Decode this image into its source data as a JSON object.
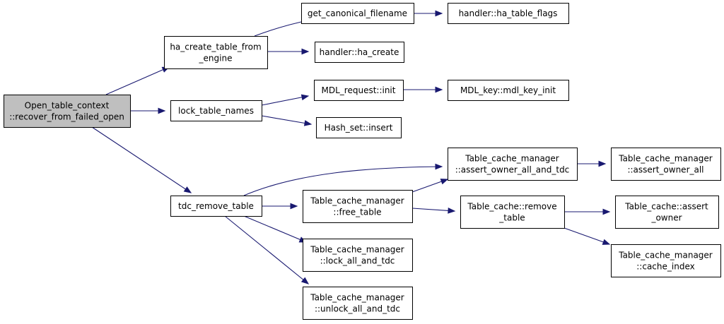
{
  "diagram": {
    "type": "call-graph",
    "nodes": [
      {
        "id": "root",
        "lines": [
          "Open_table_context",
          "::recover_from_failed_open"
        ],
        "root": true
      },
      {
        "id": "ha_create_from_engine",
        "lines": [
          "ha_create_table_from",
          "_engine"
        ]
      },
      {
        "id": "get_canonical_filename",
        "lines": [
          "get_canonical_filename"
        ]
      },
      {
        "id": "ha_table_flags",
        "lines": [
          "handler::ha_table_flags"
        ]
      },
      {
        "id": "ha_create",
        "lines": [
          "handler::ha_create"
        ]
      },
      {
        "id": "lock_table_names",
        "lines": [
          "lock_table_names"
        ]
      },
      {
        "id": "mdl_request_init",
        "lines": [
          "MDL_request::init"
        ]
      },
      {
        "id": "mdl_key_init",
        "lines": [
          "MDL_key::mdl_key_init"
        ]
      },
      {
        "id": "hash_set_insert",
        "lines": [
          "Hash_set::insert"
        ]
      },
      {
        "id": "tdc_remove_table",
        "lines": [
          "tdc_remove_table"
        ]
      },
      {
        "id": "tcm_assert_owner_all_and_tdc",
        "lines": [
          "Table_cache_manager",
          "::assert_owner_all_and_tdc"
        ]
      },
      {
        "id": "tcm_assert_owner_all",
        "lines": [
          "Table_cache_manager",
          "::assert_owner_all"
        ]
      },
      {
        "id": "tcm_free_table",
        "lines": [
          "Table_cache_manager",
          "::free_table"
        ]
      },
      {
        "id": "tc_remove_table",
        "lines": [
          "Table_cache::remove",
          "_table"
        ]
      },
      {
        "id": "tc_assert_owner",
        "lines": [
          "Table_cache::assert",
          "_owner"
        ]
      },
      {
        "id": "tcm_cache_index",
        "lines": [
          "Table_cache_manager",
          "::cache_index"
        ]
      },
      {
        "id": "tcm_lock_all_and_tdc",
        "lines": [
          "Table_cache_manager",
          "::lock_all_and_tdc"
        ]
      },
      {
        "id": "tcm_unlock_all_and_tdc",
        "lines": [
          "Table_cache_manager",
          "::unlock_all_and_tdc"
        ]
      }
    ],
    "edges": [
      {
        "from": "root",
        "to": "ha_create_from_engine"
      },
      {
        "from": "root",
        "to": "lock_table_names"
      },
      {
        "from": "root",
        "to": "tdc_remove_table"
      },
      {
        "from": "ha_create_from_engine",
        "to": "get_canonical_filename"
      },
      {
        "from": "ha_create_from_engine",
        "to": "ha_create"
      },
      {
        "from": "get_canonical_filename",
        "to": "ha_table_flags"
      },
      {
        "from": "lock_table_names",
        "to": "mdl_request_init"
      },
      {
        "from": "lock_table_names",
        "to": "hash_set_insert"
      },
      {
        "from": "mdl_request_init",
        "to": "mdl_key_init"
      },
      {
        "from": "tdc_remove_table",
        "to": "tcm_assert_owner_all_and_tdc"
      },
      {
        "from": "tdc_remove_table",
        "to": "tcm_free_table"
      },
      {
        "from": "tdc_remove_table",
        "to": "tcm_lock_all_and_tdc"
      },
      {
        "from": "tdc_remove_table",
        "to": "tcm_unlock_all_and_tdc"
      },
      {
        "from": "tcm_assert_owner_all_and_tdc",
        "to": "tcm_assert_owner_all"
      },
      {
        "from": "tcm_free_table",
        "to": "tcm_assert_owner_all_and_tdc"
      },
      {
        "from": "tcm_free_table",
        "to": "tc_remove_table"
      },
      {
        "from": "tc_remove_table",
        "to": "tc_assert_owner"
      },
      {
        "from": "tc_remove_table",
        "to": "tcm_cache_index"
      }
    ],
    "colors": {
      "edge": "#191970",
      "root_fill": "#bfbfbf",
      "node_fill": "#ffffff",
      "border": "#000000"
    }
  }
}
